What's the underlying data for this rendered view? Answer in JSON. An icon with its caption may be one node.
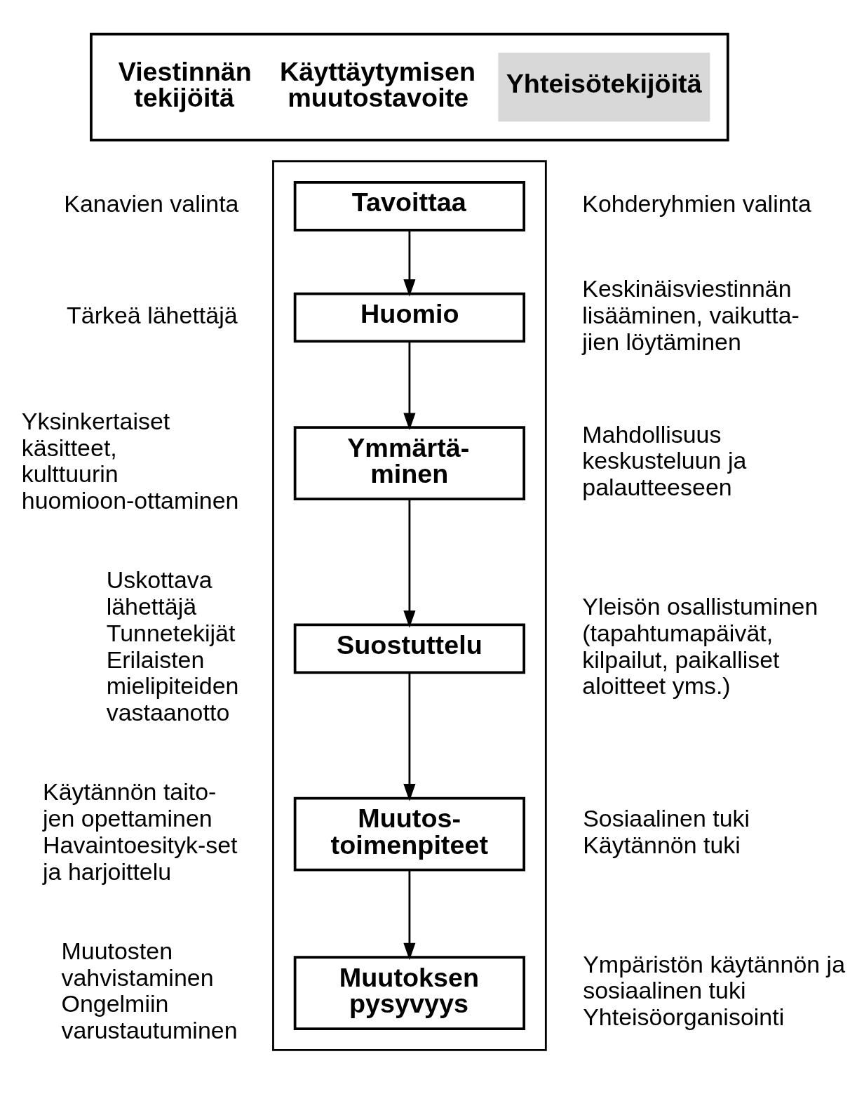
{
  "diagram": {
    "nodes": [
      {
        "text": [
          "Viestinnän tekijöitä",
          "Käyttäytymisen muutostavoite",
          "Yhteisötekijöitä"
        ]
      },
      {
        "text": [],
        "shape": "box"
      },
      {
        "text": [
          "Tavoittaa"
        ],
        "in": 1
      },
      {
        "text": [
          "Huomio"
        ],
        "in": 1
      },
      {
        "text": [
          "Ymmärtä-minen"
        ],
        "in": 1
      },
      {
        "text": [
          "Suostuttelu"
        ],
        "in": 1
      },
      {
        "text": [
          "Muutos-toimenpiteet"
        ],
        "in": 1
      },
      {
        "text": [
          "Muutoksen pysyvyys"
        ],
        "in": 1
      }
    ],
    "edges": [
      {
        "from": 2,
        "to": 3,
        "arrow": "to"
      },
      {
        "from": 3,
        "to": 4,
        "arrow": "to"
      },
      {
        "from": 4,
        "to": 5,
        "arrow": "to"
      },
      {
        "from": 5,
        "to": 6,
        "arrow": "to"
      },
      {
        "from": 6,
        "to": 7,
        "arrow": "to"
      }
    ],
    "labels": [
      "Kanavien valinta",
      "Kohderyhmien valinta",
      "Tärkeä lähettäjä",
      "Keskinäisviestinnän lisääminen, vaikutta-jien löytäminen",
      "Yksinkertaiset käsitteet, kulttuurin huomioon-ottaminen",
      "Mahdollisuus keskusteluun ja palautteeseen",
      "Uskottava lähettäjä Tunnetekijät Erilaisten mielipiteiden vastaanotto",
      "Yleisön osallistuminen (tapahtumapäivät, kilpailut, paikalliset aloitteet yms.)",
      "Käytännön taito-jen opettaminen Havaintoesityk-set ja harjoittelu",
      "Sosiaalinen tuki Käytännön tuki",
      "Muutosten vahvistaminen Ongelmiin varustautuminen",
      "Ympäristön käytännön ja sosiaalinen tuki Yhteisöorganisointi"
    ]
  }
}
